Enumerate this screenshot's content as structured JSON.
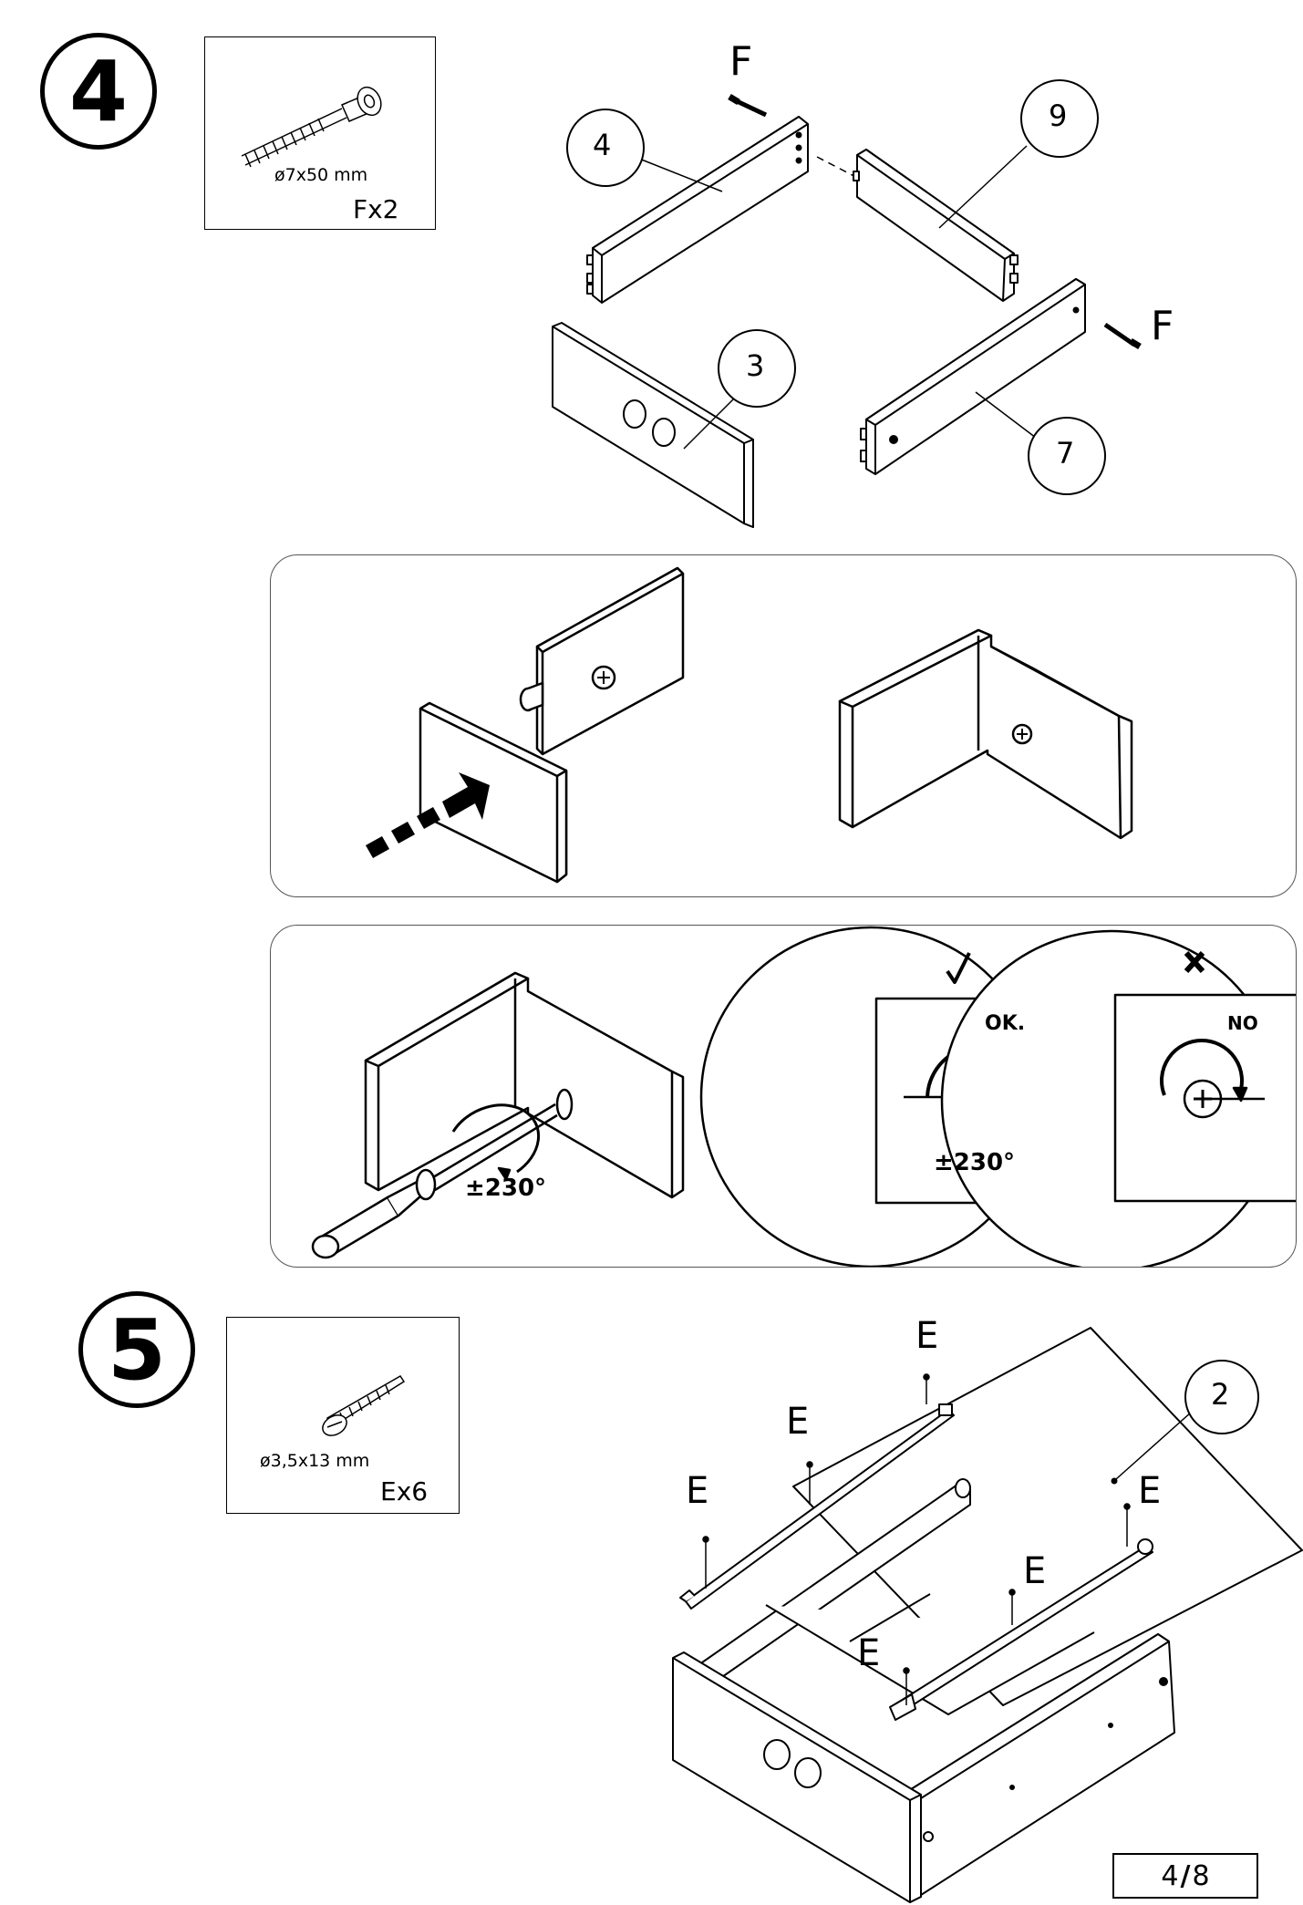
{
  "steps": [
    {
      "number": "4",
      "hardware": {
        "size": "ø7x50 mm",
        "qty": "Fx2",
        "icon": "confirmat-screw-icon"
      },
      "labels": {
        "f_top": "F",
        "f_right": "F",
        "part4": "4",
        "part9": "9",
        "part3": "3",
        "part7": "7"
      }
    },
    {
      "number": "5",
      "hardware": {
        "size": "ø3,5x13 mm",
        "qty": "Ex6",
        "icon": "wood-screw-icon"
      },
      "labels": {
        "part2": "2",
        "e": [
          "E",
          "E",
          "E",
          "E",
          "E",
          "E"
        ]
      }
    }
  ],
  "detail_panel_2": {
    "angle": "±230°",
    "ok_label": "OK.",
    "no_label": "NO",
    "ok_angle": "±230°"
  },
  "page": {
    "current": "4",
    "separator": "/",
    "total": "8"
  }
}
